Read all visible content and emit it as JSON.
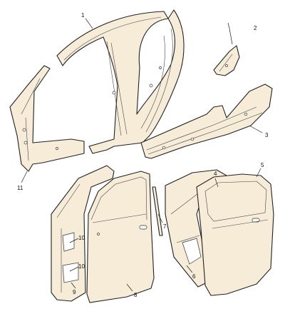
{
  "palette": {
    "panel": "#f6ecd8",
    "line": "#222222",
    "background": "#ffffff"
  },
  "callouts": [
    {
      "id": "c1",
      "text": "1"
    },
    {
      "id": "c2",
      "text": "2"
    },
    {
      "id": "c3",
      "text": "3"
    },
    {
      "id": "c4",
      "text": "4"
    },
    {
      "id": "c5",
      "text": "5"
    },
    {
      "id": "c6",
      "text": "6"
    },
    {
      "id": "c7",
      "text": "7"
    },
    {
      "id": "c8",
      "text": "8"
    },
    {
      "id": "c9",
      "text": "9"
    },
    {
      "id": "c10a",
      "text": "10"
    },
    {
      "id": "c10b",
      "text": "10"
    },
    {
      "id": "c11",
      "text": "11"
    }
  ]
}
